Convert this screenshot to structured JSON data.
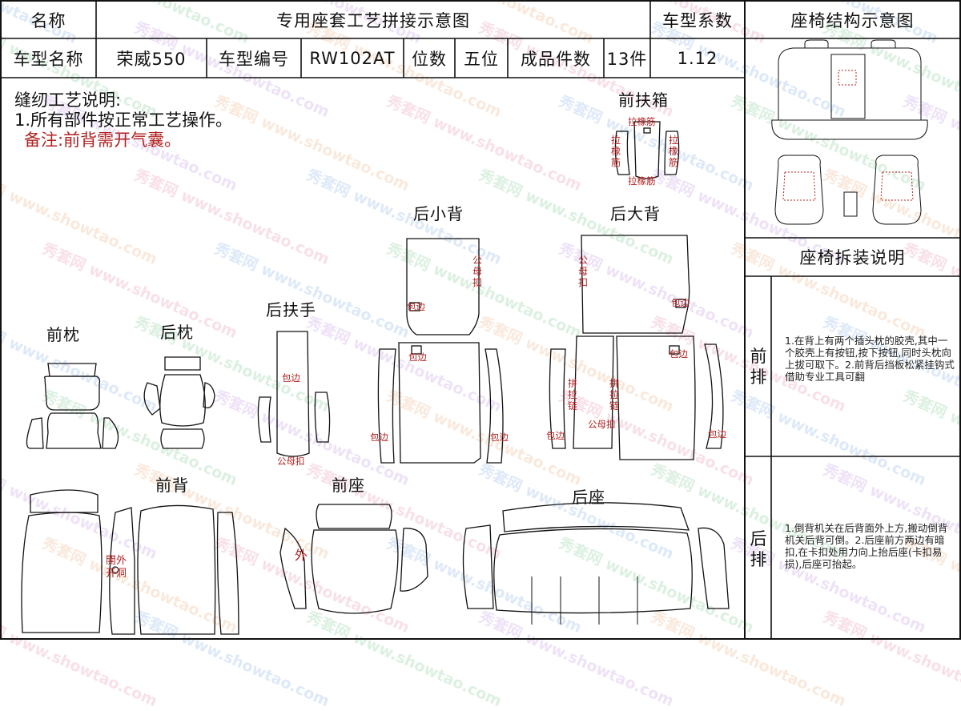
{
  "header": {
    "name_label": "名称",
    "doc_title": "专用座套工艺拼接示意图",
    "coef_label": "车型系数",
    "struct_title": "座椅结构示意图"
  },
  "info_row": {
    "model_name_label": "车型名称",
    "model_name": "荣威550",
    "model_code_label": "车型编号",
    "model_code": "RW102AT",
    "seats_label": "位数",
    "seats": "五位",
    "pieces_label": "成品件数",
    "pieces": "13件",
    "coef": "1.12"
  },
  "instructions": {
    "title": "缝纫工艺说明:",
    "line1": "1.所有部件按正常工艺操作。",
    "remark": "备注:前背需开气囊。"
  },
  "parts": {
    "front_armrest": "前扶箱",
    "rear_small_back": "后小背",
    "rear_big_back": "后大背",
    "rear_armrest": "后扶手",
    "front_pillow": "前枕",
    "rear_pillow": "后枕",
    "front_back": "前背",
    "front_seat": "前座",
    "rear_seat": "后座"
  },
  "annotations": {
    "elastic": "拉橡筋",
    "elastic_side_v": "拉橡筋",
    "snap_v": "公母扣",
    "snap": "公母扣",
    "edge": "包边",
    "zipper_v": "拼拉链",
    "outside": "外",
    "side_hole_v1": "開外",
    "side_hole_v2": "开洞"
  },
  "disassembly": {
    "title": "座椅拆装说明",
    "front_label": "前排",
    "front_text": "1.在背上有两个插头枕的胶壳,其中一个胶壳上有按钮,按下按钮,同时头枕向上拔可取下。2.前背后挡板松紧挂钩式借助专业工具可翻",
    "rear_label": "后排",
    "rear_text": "1.倒背机关在后背面外上方,搬动倒背机关后背可倒。2.后座前方两边有暗扣,在卡扣处用力向上抬后座(卡扣易损),后座可抬起。"
  },
  "watermark": {
    "cn": "秀套网",
    "url": "www.showtao.com",
    "colors": [
      "#d9467a",
      "#3a7bd5",
      "#2ba84a",
      "#9b4fd0",
      "#e07b2a"
    ]
  }
}
